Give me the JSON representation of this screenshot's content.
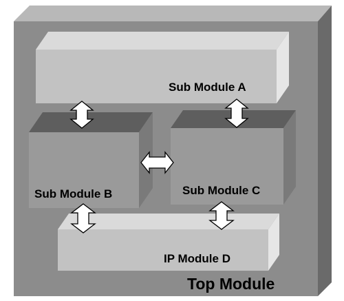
{
  "diagram": {
    "top_module": {
      "label": "Top Module"
    },
    "sub_module_a": {
      "label": "Sub Module A"
    },
    "sub_module_b": {
      "label": "Sub Module B"
    },
    "sub_module_c": {
      "label": "Sub Module C"
    },
    "ip_module_d": {
      "label": "IP Module D"
    }
  },
  "colors": {
    "top_front": "#8c8c8c",
    "top_top": "#b8b8b8",
    "top_side": "#6a6a6a",
    "light_front": "#c2c2c2",
    "light_top": "#dadada",
    "light_side": "#e6e6e6",
    "mid_front": "#9a9a9a",
    "mid_top": "#5e5e5e",
    "mid_side": "#7a7a7a",
    "arrow_fill": "#ffffff",
    "arrow_stroke": "#000000"
  }
}
